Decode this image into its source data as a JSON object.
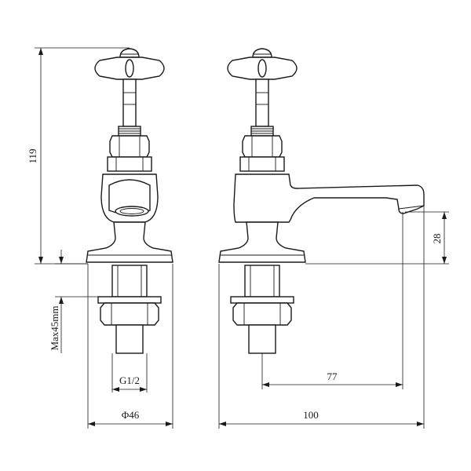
{
  "dimensions": {
    "height_total": "119",
    "outlet_height": "28",
    "max_deck_thickness": "Max45mm",
    "thread": "G1/2",
    "flange_diameter": "Φ46",
    "spout_reach": "77",
    "overall_depth": "100"
  },
  "icons": {
    "front_view": "tap-front-view-icon",
    "side_view": "tap-side-view-icon"
  }
}
